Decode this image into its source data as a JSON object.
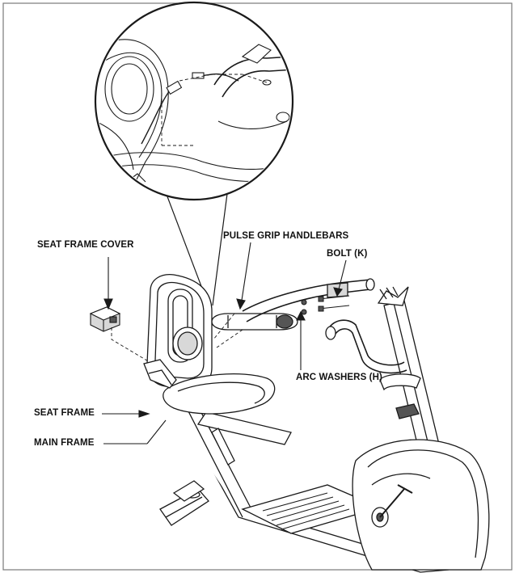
{
  "diagram": {
    "labels": {
      "seat_frame_cover": "SEAT FRAME COVER",
      "pulse_grip_handlebars": "PULSE GRIP HANDLEBARS",
      "bolt": "BOLT (K)",
      "arc_washers": "ARC WASHERS (H)",
      "seat_frame": "SEAT FRAME",
      "main_frame": "MAIN FRAME"
    },
    "colors": {
      "line": "#1a1a1a",
      "fill": "#ffffff",
      "shade": "#d8d8d8",
      "dark": "#555555",
      "border": "#7a7a7a"
    }
  }
}
